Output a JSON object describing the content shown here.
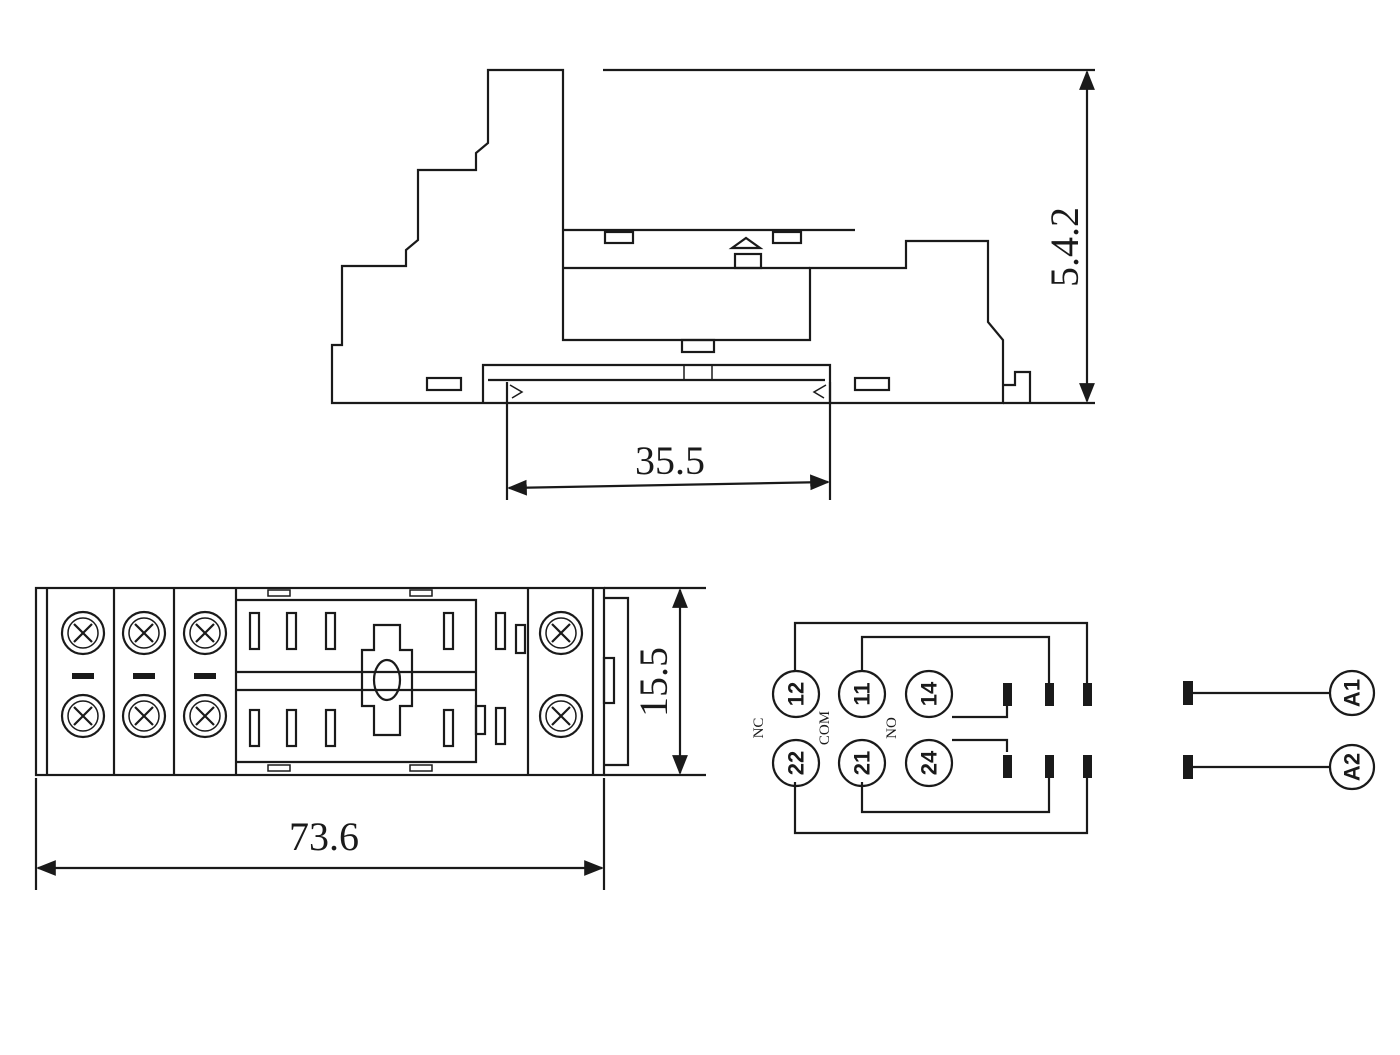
{
  "dimensions": {
    "height": "5.4.2",
    "rail_width": "35.5",
    "depth": "15.5",
    "length": "73.6"
  },
  "wiring": {
    "labels": {
      "nc": "NC",
      "com": "COM",
      "no": "NO"
    },
    "terminals": {
      "t12": "12",
      "t11": "11",
      "t14": "14",
      "t22": "22",
      "t21": "21",
      "t24": "24",
      "a1": "A1",
      "a2": "A2"
    }
  }
}
